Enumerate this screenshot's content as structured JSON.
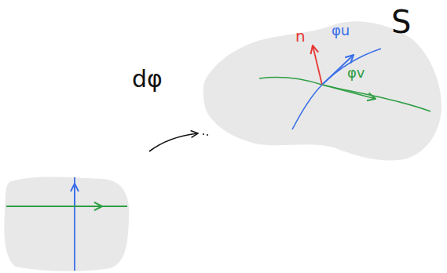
{
  "diagram": {
    "labels": [
      "dφ",
      "S",
      "n",
      "φu",
      "φv"
    ]
  }
}
